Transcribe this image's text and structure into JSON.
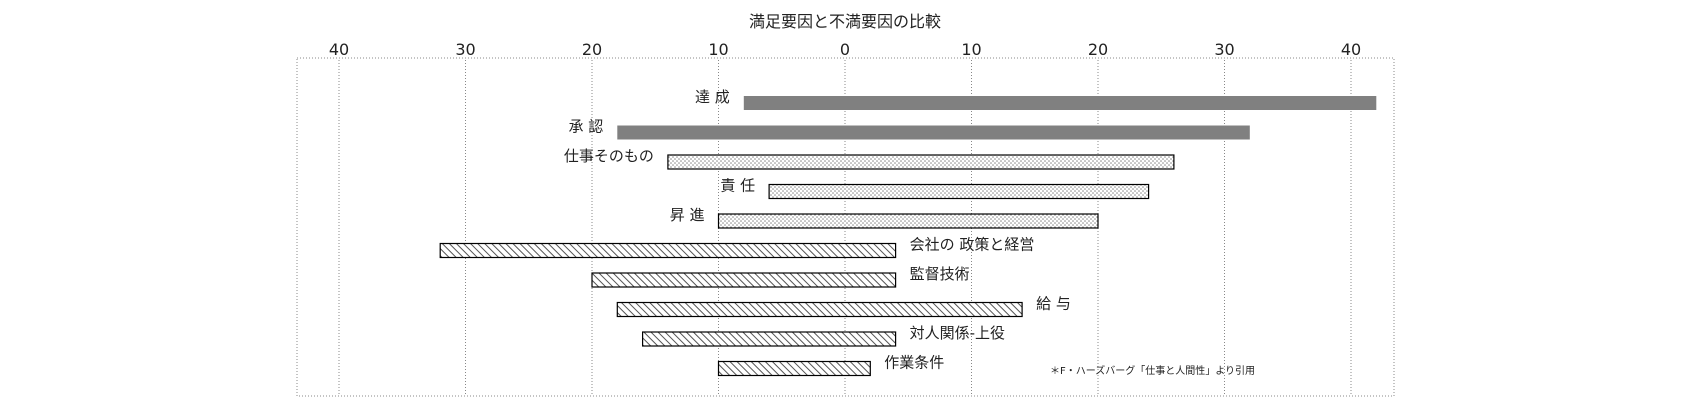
{
  "chart_data": {
    "type": "bar",
    "title": "満足要因と不満要因の比較",
    "note": "＊F・ハーズバーグ「仕事と人間性」より引用",
    "xlabel": "",
    "ylabel": "",
    "xlim": [
      -40,
      42
    ],
    "xticks": [
      -40,
      -30,
      -20,
      -10,
      0,
      10,
      20,
      30,
      40
    ],
    "tick_labels": [
      "40",
      "30",
      "20",
      "10",
      "0",
      "10",
      "20",
      "30",
      "40"
    ],
    "grid": true,
    "colors": {
      "solid": "#808080",
      "dotted": "#e6e6e6",
      "hatched": "#b3b3b3",
      "border": "#000000"
    },
    "categories": [
      "達 成",
      "承 認",
      "仕事そのもの",
      "責 任",
      "昇 進",
      "会社の 政策と経営",
      "監督技術",
      "給 与",
      "対人関係-上役",
      "作業条件"
    ],
    "bars": [
      {
        "label": "達 成",
        "start": -8,
        "end": 42,
        "style": "solid",
        "label_side": "left"
      },
      {
        "label": "承 認",
        "start": -18,
        "end": 32,
        "style": "solid",
        "label_side": "left"
      },
      {
        "label": "仕事そのもの",
        "start": -14,
        "end": 26,
        "style": "dotted",
        "label_side": "left"
      },
      {
        "label": "責 任",
        "start": -6,
        "end": 24,
        "style": "dotted",
        "label_side": "left"
      },
      {
        "label": "昇 進",
        "start": -10,
        "end": 20,
        "style": "dotted",
        "label_side": "left"
      },
      {
        "label": "会社の 政策と経営",
        "start": -32,
        "end": 4,
        "style": "hatched",
        "label_side": "right"
      },
      {
        "label": "監督技術",
        "start": -20,
        "end": 4,
        "style": "hatched",
        "label_side": "right"
      },
      {
        "label": "給 与",
        "start": -18,
        "end": 14,
        "style": "hatched",
        "label_side": "right"
      },
      {
        "label": "対人関係-上役",
        "start": -16,
        "end": 4,
        "style": "hatched",
        "label_side": "right"
      },
      {
        "label": "作業条件",
        "start": -10,
        "end": 2,
        "style": "hatched",
        "label_side": "right"
      }
    ]
  }
}
